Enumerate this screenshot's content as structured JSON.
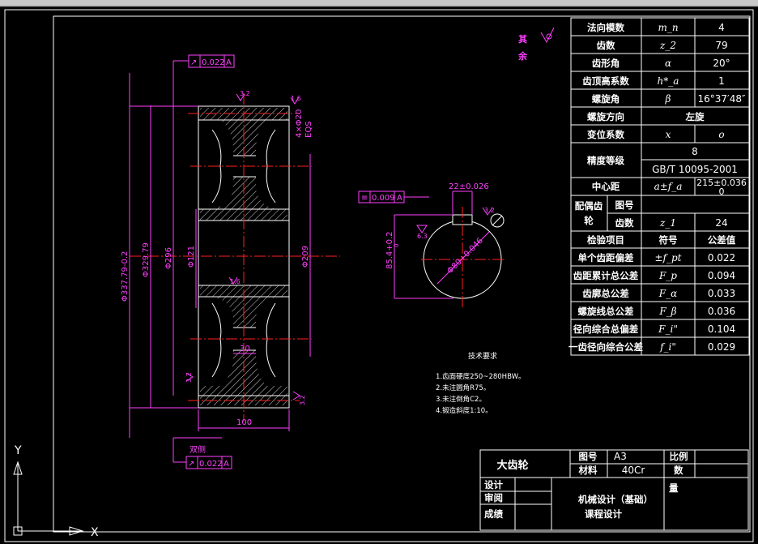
{
  "colors": {
    "background": "#000000",
    "outline": "#ffffff",
    "dimension": "#ff40ff",
    "centerline": "#ff2020",
    "hatch": "#ffffff",
    "tolerance": "#00e5ff"
  },
  "params_table": [
    {
      "name": "法向模数",
      "symbol": "m_n",
      "value": "4"
    },
    {
      "name": "齿数",
      "symbol": "z_2",
      "value": "79"
    },
    {
      "name": "齿形角",
      "symbol": "α",
      "value": "20°"
    },
    {
      "name": "齿顶高系数",
      "symbol": "h*_a",
      "value": "1"
    },
    {
      "name": "螺旋角",
      "symbol": "β",
      "value": "16°37′48″"
    },
    {
      "name": "螺旋方向",
      "value": "左旋"
    },
    {
      "name": "变位系数",
      "symbol": "x",
      "value": "o"
    }
  ],
  "accuracy": {
    "name": "精度等级",
    "grade": "8",
    "standard": "GB/T 10095-2001"
  },
  "center_distance": {
    "name": "中心距",
    "symbol": "a±f_a",
    "value_line1": "215±0.036",
    "value_line2": "0"
  },
  "mating": {
    "label_line1": "配偶齿",
    "label_line2": "轮",
    "row1_label": "图号",
    "row1_value": "",
    "row2_label": "齿数",
    "row2_symbol": "z_1",
    "row2_value": "24"
  },
  "inspection_header": {
    "item": "检验项目",
    "symbol": "符号",
    "value": "公差值"
  },
  "inspection": [
    {
      "name": "单个齿距偏差",
      "symbol": "±f_pt",
      "value": "0.022"
    },
    {
      "name": "齿距累计总公差",
      "symbol": "F_p",
      "value": "0.094"
    },
    {
      "name": "齿廓总公差",
      "symbol": "F_α",
      "value": "0.033"
    },
    {
      "name": "螺旋线总公差",
      "symbol": "F_β",
      "value": "0.036"
    },
    {
      "name": "径向综合总偏差",
      "symbol": "F_i\"",
      "value": "0.104"
    },
    {
      "name": "一齿径向综合公差",
      "symbol": "f_i\"",
      "value": "0.029"
    }
  ],
  "tech_req": {
    "title": "技术要求",
    "items": [
      "1.齿面硬度250~280HBW。",
      "2.未注圆角R75。",
      "3.未注倒角C2。",
      "4.锻造斜度1:10。"
    ]
  },
  "title_block": {
    "part_name": "大齿轮",
    "drawing_no_label": "图号",
    "drawing_no": "A3",
    "scale_label": "比例",
    "material_label": "材料",
    "material": "40Cr",
    "qty_label_line1": "数",
    "qty_label_line2": "量",
    "designer": "设计",
    "reviewer": "审阅",
    "grade": "成绩",
    "course_line1": "机械设计（基础）",
    "course_line2": "课程设计"
  },
  "dimensions": {
    "outer_dia": "Φ337.79-0.2",
    "tip_circle": "Φ329.79",
    "rim_inner": "Φ296",
    "hub_dia": "Φ121",
    "bore": "Φ209",
    "holes": "4×Φ20",
    "eqs": "EQS",
    "width": "100",
    "web": "30",
    "keyway_width": "22±0.026",
    "keyway_depth": "85.4+0.2",
    "keyway_depth_sub": "0",
    "bore_detail": "Φ80+0.046"
  },
  "tolerances": {
    "runout_top": {
      "symbol": "↗",
      "value": "0.022",
      "datum": "A"
    },
    "runout_bottom": {
      "symbol": "↗",
      "value": "0.022",
      "datum": "A"
    },
    "symmetry": {
      "symbol": "≡",
      "value": "0.009",
      "datum": "A"
    },
    "both_sides": "双侧"
  },
  "roughness": {
    "top1": "3.2",
    "top2": "1.6",
    "left_mid": "1.6",
    "left_bottom": "3.2",
    "right_bottom": "3.2",
    "keyway_left": "6.3",
    "keyway_right": "3.2",
    "other": "其余"
  },
  "ucs": {
    "y": "Y",
    "x": "X"
  }
}
